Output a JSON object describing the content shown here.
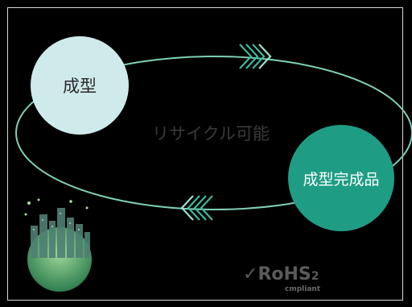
{
  "cycle": {
    "node_top": "成型",
    "node_bottom": "成型完成品",
    "center_text": "リサイクル可能"
  },
  "badge": {
    "logo": "RoHS",
    "version": "2",
    "sub": "cmpliant"
  },
  "colors": {
    "node_top_fill": "#cfeaea",
    "node_bottom_fill": "#1f9d84",
    "loop_stroke": "#7fcfb8",
    "arrow_top": "#3fb99a",
    "arrow_bottom": "#3fb99a"
  },
  "icons": {
    "top_arrow": "triple-chevron-right-icon",
    "bottom_arrow": "triple-chevron-left-icon",
    "badge_check": "check-icon",
    "eco_city": "eco-city-globe-icon"
  }
}
